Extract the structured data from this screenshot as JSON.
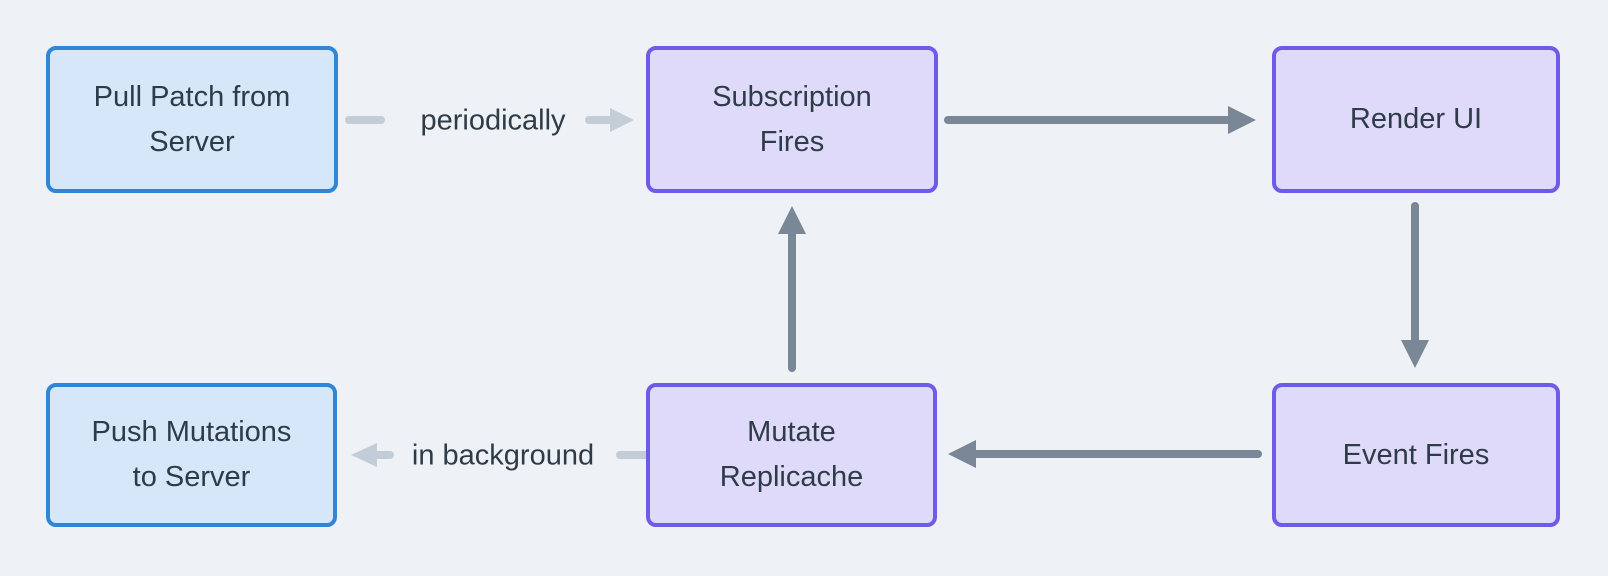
{
  "diagram": {
    "nodes": [
      {
        "id": "pull-patch-from-server",
        "label": "Pull Patch from Server",
        "variant": "blue"
      },
      {
        "id": "subscription-fires",
        "label": "Subscription Fires",
        "variant": "purple"
      },
      {
        "id": "render-ui",
        "label": "Render UI",
        "variant": "purple"
      },
      {
        "id": "push-mutations-to-server",
        "label": "Push Mutations to Server",
        "variant": "blue"
      },
      {
        "id": "mutate-replicache",
        "label": "Mutate Replicache",
        "variant": "purple"
      },
      {
        "id": "event-fires",
        "label": "Event Fires",
        "variant": "purple"
      }
    ],
    "edges": [
      {
        "from": "pull-patch-from-server",
        "to": "subscription-fires",
        "label": "periodically",
        "style": "light"
      },
      {
        "from": "subscription-fires",
        "to": "render-ui",
        "label": "",
        "style": "dark"
      },
      {
        "from": "render-ui",
        "to": "event-fires",
        "label": "",
        "style": "dark"
      },
      {
        "from": "event-fires",
        "to": "mutate-replicache",
        "label": "",
        "style": "dark"
      },
      {
        "from": "mutate-replicache",
        "to": "subscription-fires",
        "label": "",
        "style": "dark"
      },
      {
        "from": "mutate-replicache",
        "to": "push-mutations-to-server",
        "label": "in background",
        "style": "light"
      }
    ]
  },
  "colors": {
    "background": "#eef1f5",
    "node-blue-border": "#2f86d6",
    "node-blue-fill": "#d5e7f8",
    "node-purple-border": "#6c5ce7",
    "node-purple-fill": "#dfdaf9",
    "arrow-dark": "#7a8796",
    "arrow-light": "#c3cdd8",
    "text": "#2e3b48"
  }
}
